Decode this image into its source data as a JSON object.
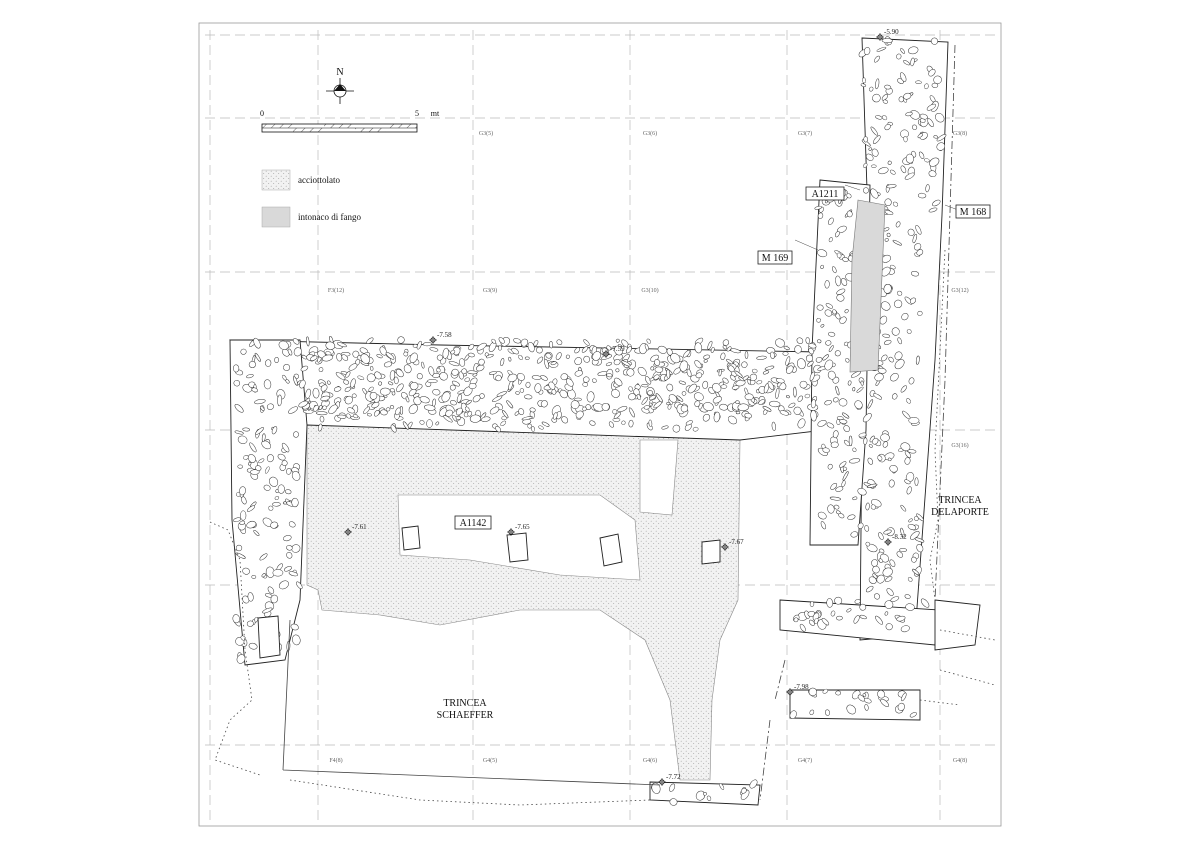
{
  "north": {
    "letter": "N"
  },
  "scale": {
    "start": "0",
    "end": "5",
    "unit": "mt"
  },
  "legend": [
    {
      "label": "acciottolato",
      "pattern": "dotted"
    },
    {
      "label": "intonaco di fango",
      "color": "#d9d9d9"
    }
  ],
  "grid_labels": [
    "G3(5)",
    "G3(6)",
    "G3(7)",
    "G3(8)",
    "F3(12)",
    "G3(9)",
    "G3(10)",
    "G3(12)",
    "G3(16)",
    "F4(8)",
    "G4(5)",
    "G4(6)",
    "G4(7)",
    "G4(8)"
  ],
  "features": [
    "A1211",
    "M 168",
    "M 169",
    "A1142"
  ],
  "trenches": {
    "delaporte": [
      "TRINCEA",
      "DELAPORTE"
    ],
    "schaeffer": [
      "TRINCEA",
      "SCHAEFFER"
    ]
  },
  "elevations": [
    "-5.90",
    "-7.58",
    "-7.59",
    "-7.61",
    "-7.65",
    "-7.67",
    "-8.32",
    "-7.98",
    "-7.72"
  ],
  "colors": {
    "line": "#222222",
    "grid": "#bbbbbb",
    "mud": "#d9d9d9",
    "pavement": "#ececec"
  }
}
